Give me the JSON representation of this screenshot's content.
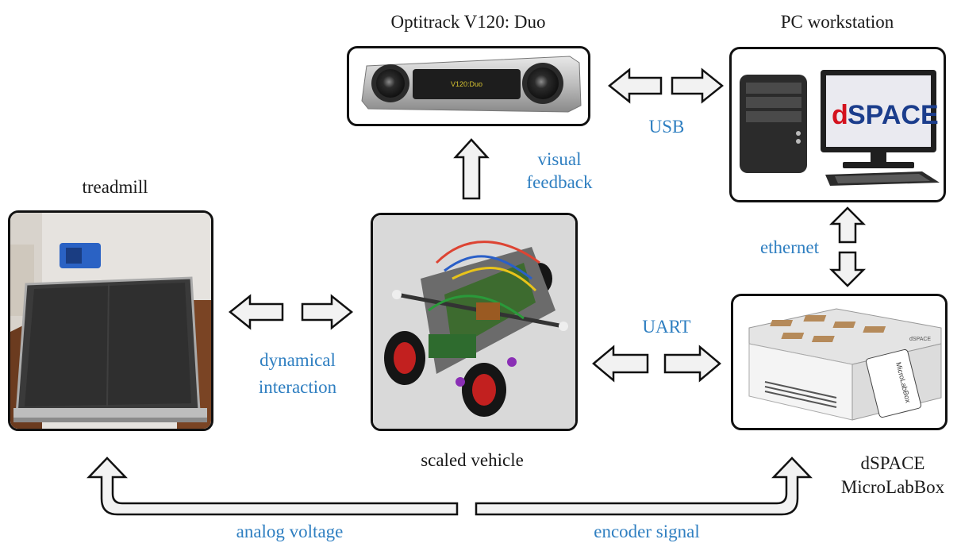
{
  "labels": {
    "optitrack": "Optitrack V120: Duo",
    "pc": "PC workstation",
    "treadmill": "treadmill",
    "vehicle": "scaled vehicle",
    "microlabbox_line1": "dSPACE",
    "microlabbox_line2": "MicroLabBox"
  },
  "connections": {
    "usb": "USB",
    "visual_line1": "visual",
    "visual_line2": "feedback",
    "ethernet": "ethernet",
    "uart": "UART",
    "dyn_line1": "dynamical",
    "dyn_line2": "interaction",
    "analog": "analog voltage",
    "encoder": "encoder signal"
  },
  "device_text": {
    "camera_display": "V120:Duo",
    "monitor_logo_d": "d",
    "monitor_logo_rest": "SPACE",
    "mlb_badge": "MicroLabBox",
    "mlb_brand": "dSPACE"
  },
  "colors": {
    "label_blue": "#2f7fc1",
    "dspace_red": "#d4121e",
    "dspace_blue": "#1b3d8c",
    "arrow_fill": "#f2f2f2",
    "outline": "#111111"
  }
}
